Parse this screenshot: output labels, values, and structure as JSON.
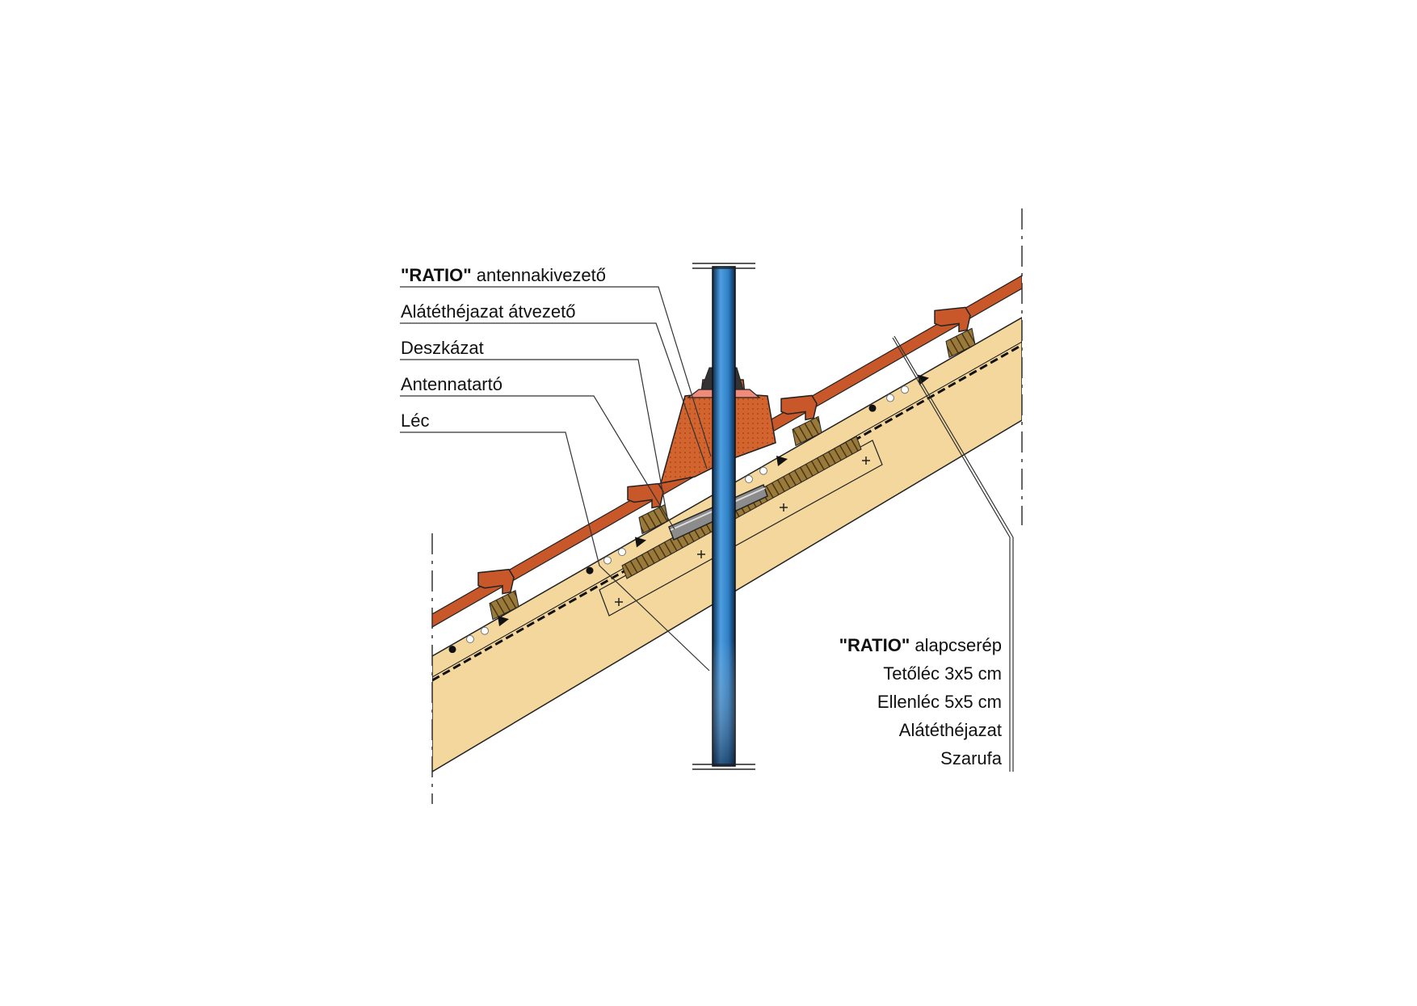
{
  "labels_left": [
    {
      "bold": "\"RATIO\"",
      "text": " antennakivezető"
    },
    {
      "bold": "",
      "text": "Alátéthéjazat átvezető"
    },
    {
      "bold": "",
      "text": "Deszkázat"
    },
    {
      "bold": "",
      "text": "Antennatartó"
    },
    {
      "bold": "",
      "text": "Léc"
    }
  ],
  "labels_right": [
    {
      "bold": "\"RATIO\"",
      "text": " alapcserép"
    },
    {
      "bold": "",
      "text": "Tetőléc 3x5 cm"
    },
    {
      "bold": "",
      "text": "Ellenléc 5x5 cm"
    },
    {
      "bold": "",
      "text": "Alátéthéjazat"
    },
    {
      "bold": "",
      "text": "Szarufa"
    }
  ],
  "colors": {
    "tile": "#c8582a",
    "tile_dark": "#8a3414",
    "rafter": "#f3d79d",
    "batten": "#8b6a2e",
    "pipe": "#2f7fc4",
    "bracket": "#8c8c8c",
    "outline": "#222222"
  }
}
